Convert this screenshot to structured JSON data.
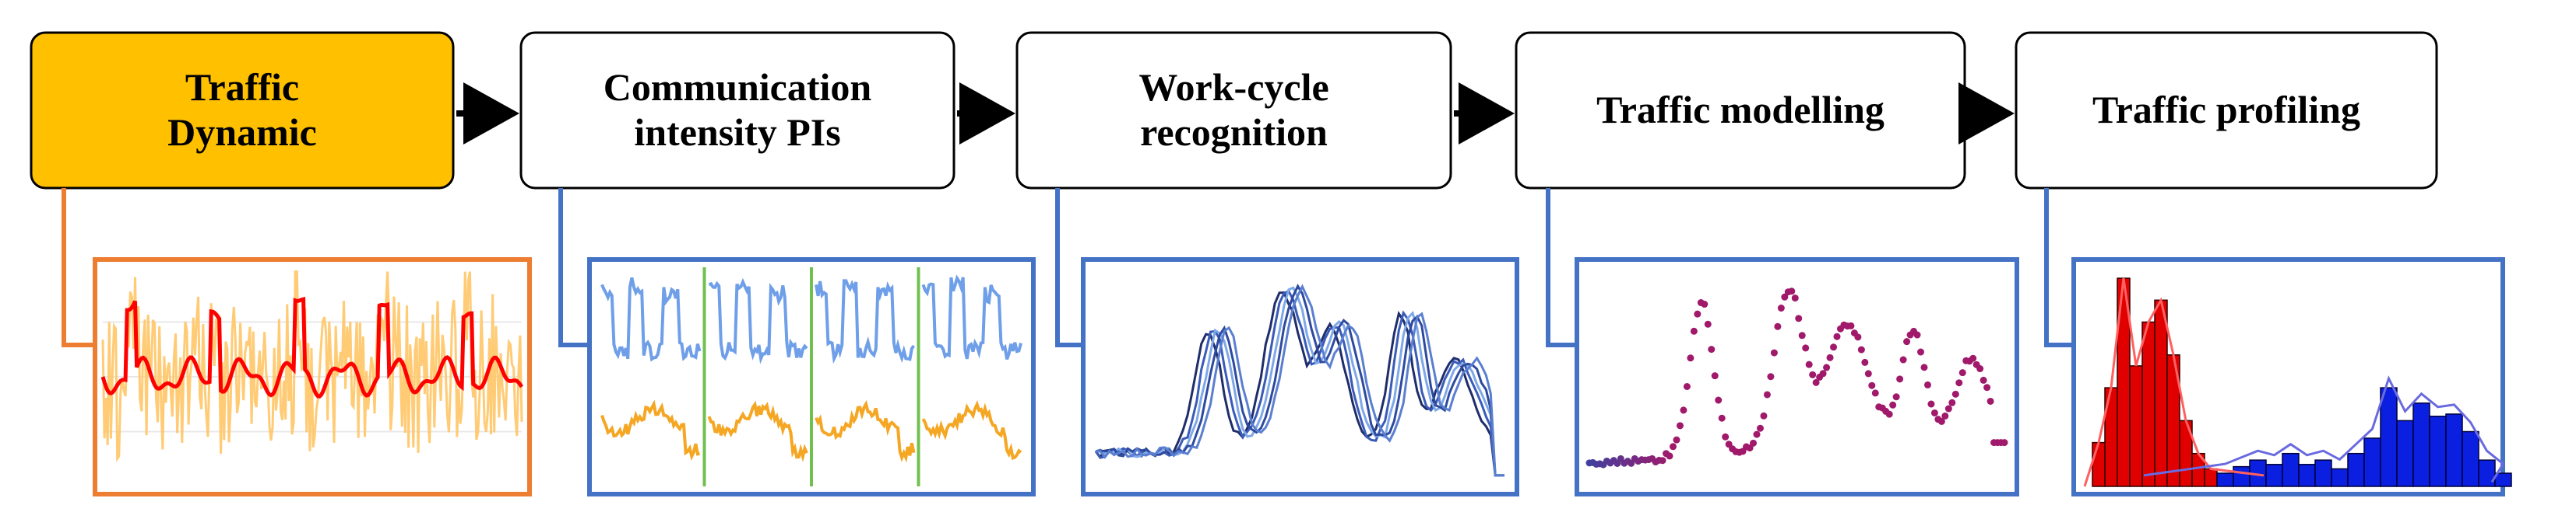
{
  "stages": [
    {
      "id": "traffic-dynamic",
      "lines": [
        "Traffic",
        "Dynamic"
      ],
      "highlighted": true
    },
    {
      "id": "communication-intensity-pis",
      "lines": [
        "Communication",
        "intensity PIs"
      ],
      "highlighted": false
    },
    {
      "id": "work-cycle-recognition",
      "lines": [
        "Work-cycle",
        "recognition"
      ],
      "highlighted": false
    },
    {
      "id": "traffic-modelling",
      "lines": [
        "Traffic modelling"
      ],
      "highlighted": false
    },
    {
      "id": "traffic-profiling",
      "lines": [
        "Traffic profiling"
      ],
      "highlighted": false
    }
  ],
  "thumbnails": [
    {
      "stage": "traffic-dynamic",
      "kind": "noisy-timeseries",
      "frame_color": "#ED7D31"
    },
    {
      "stage": "communication-intensity-pis",
      "kind": "paneled-two-series",
      "frame_color": "#4472C4"
    },
    {
      "stage": "work-cycle-recognition",
      "kind": "overlaid-cycles",
      "frame_color": "#4472C4"
    },
    {
      "stage": "traffic-modelling",
      "kind": "model-points",
      "frame_color": "#4472C4"
    },
    {
      "stage": "traffic-profiling",
      "kind": "histogram",
      "frame_color": "#4472C4"
    }
  ],
  "colors": {
    "highlight_fill": "#FFC000",
    "box_fill": "#FFFFFF",
    "box_stroke": "#000000",
    "arrow": "#000000",
    "orange_accent": "#ED7D31",
    "blue_accent": "#4472C4",
    "series_red": "#FF0000",
    "series_orange_light": "#FFC566",
    "series_blue_light": "#6F9FE8",
    "series_orange": "#F5A623",
    "divider_green": "#70C050",
    "cycle_dark": "#1F2D6B",
    "model_purple": "#A0196A",
    "model_blue": "#4040A0",
    "hist_red": "#E00000",
    "hist_blue": "#0A1FE0"
  }
}
